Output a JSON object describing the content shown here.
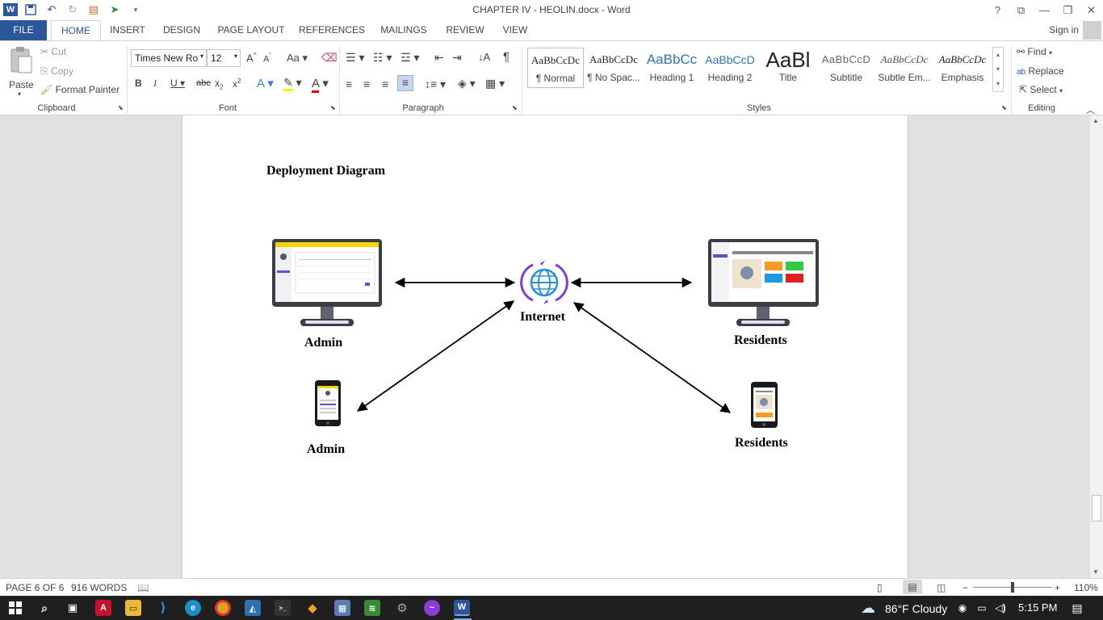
{
  "window": {
    "title": "CHAPTER IV - HEOLIN.docx - Word"
  },
  "tabs": [
    "FILE",
    "HOME",
    "INSERT",
    "DESIGN",
    "PAGE LAYOUT",
    "REFERENCES",
    "MAILINGS",
    "REVIEW",
    "VIEW"
  ],
  "signin": "Sign in",
  "clipboard": {
    "paste": "Paste",
    "cut": "Cut",
    "copy": "Copy",
    "format_painter": "Format Painter",
    "label": "Clipboard"
  },
  "font": {
    "name": "Times New Ro",
    "size": "12",
    "label": "Font"
  },
  "paragraph": {
    "label": "Paragraph"
  },
  "styles": {
    "label": "Styles",
    "items": [
      {
        "sample": "AaBbCcDc",
        "name": "¶ Normal"
      },
      {
        "sample": "AaBbCcDc",
        "name": "¶ No Spac..."
      },
      {
        "sample": "AaBbCc",
        "name": "Heading 1"
      },
      {
        "sample": "AaBbCcD",
        "name": "Heading 2"
      },
      {
        "sample": "AaBl",
        "name": "Title"
      },
      {
        "sample": "AaBbCcD",
        "name": "Subtitle"
      },
      {
        "sample": "AaBbCcDc",
        "name": "Subtle Em..."
      },
      {
        "sample": "AaBbCcDc",
        "name": "Emphasis"
      }
    ]
  },
  "editing": {
    "find": "Find",
    "replace": "Replace",
    "select": "Select",
    "label": "Editing"
  },
  "document": {
    "heading": "Deployment Diagram",
    "nodes": {
      "admin_desktop": "Admin",
      "internet": "Internet",
      "residents_desktop": "Residents",
      "admin_phone": "Admin",
      "residents_phone": "Residents"
    }
  },
  "status": {
    "page": "PAGE 6 OF 6",
    "words": "916 WORDS",
    "zoom": "110%"
  },
  "taskbar": {
    "weather": "86°F  Cloudy",
    "time": "5:15 PM"
  },
  "colors": {
    "accent": "#2b579a",
    "taskbar": "#1f1f1f"
  }
}
